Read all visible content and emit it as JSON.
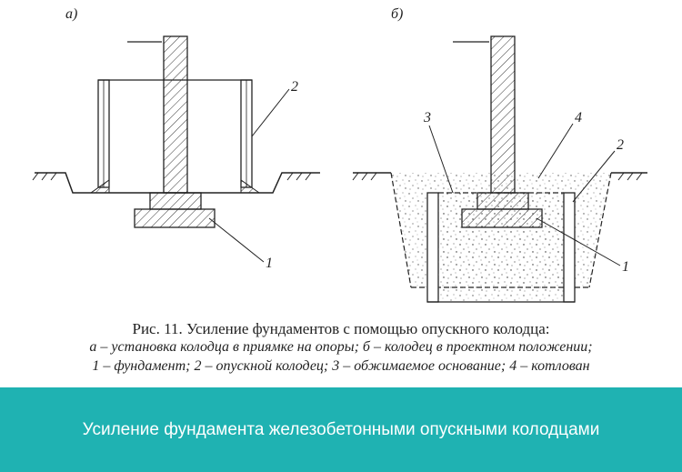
{
  "figure": {
    "panel_a_label": "а)",
    "panel_b_label": "б)",
    "callouts_a": {
      "c1": "1",
      "c2": "2"
    },
    "callouts_b": {
      "c1": "1",
      "c2": "2",
      "c3": "3",
      "c4": "4"
    }
  },
  "caption": {
    "title": "Рис. 11. Усиление фундаментов с помощью опускного колодца:",
    "line1": "а – установка колодца в приямке на опоры; б – колодец в проектном положении;",
    "line2": "1 – фундамент; 2 – опускной колодец; 3 – обжимаемое основание; 4 – котлован"
  },
  "banner": {
    "text": "Усиление фундамента железобетонными опускными колодцами",
    "background": "#1fb2b2"
  }
}
